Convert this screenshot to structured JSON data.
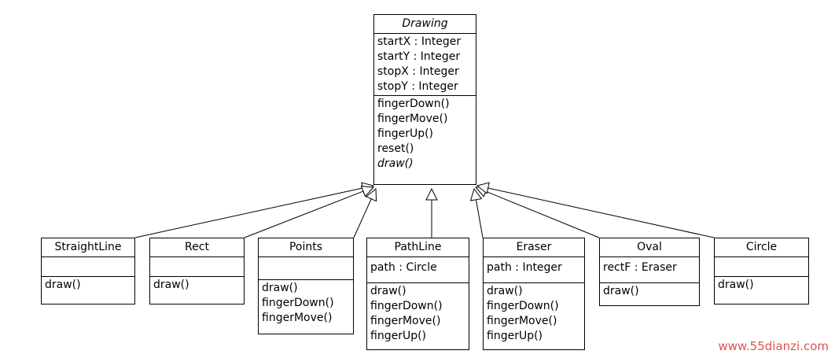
{
  "parent": {
    "name": "Drawing",
    "attributes": [
      "startX : Integer",
      "startY : Integer",
      "stopX : Integer",
      "stopY : Integer"
    ],
    "methods": [
      "fingerDown()",
      "fingerMove()",
      "fingerUp()",
      "reset()",
      "draw()"
    ]
  },
  "children": [
    {
      "name": "StraightLine",
      "attributes": [],
      "methods": [
        "draw()"
      ]
    },
    {
      "name": "Rect",
      "attributes": [],
      "methods": [
        "draw()"
      ]
    },
    {
      "name": "Points",
      "attributes": [],
      "methods": [
        "draw()",
        "fingerDown()",
        "fingerMove()"
      ]
    },
    {
      "name": "PathLine",
      "attributes": [
        "path : Circle"
      ],
      "methods": [
        "draw()",
        "fingerDown()",
        "fingerMove()",
        "fingerUp()"
      ]
    },
    {
      "name": "Eraser",
      "attributes": [
        "path : Integer"
      ],
      "methods": [
        "draw()",
        "fingerDown()",
        "fingerMove()",
        "fingerUp()"
      ]
    },
    {
      "name": "Oval",
      "attributes": [
        "rectF : Eraser"
      ],
      "methods": [
        "draw()"
      ]
    },
    {
      "name": "Circle",
      "attributes": [],
      "methods": [
        "draw()"
      ]
    }
  ],
  "watermark": "www.55dianzi.com",
  "colors": {
    "line": "#000000",
    "background": "#ffffff",
    "watermark": "#e05050"
  }
}
